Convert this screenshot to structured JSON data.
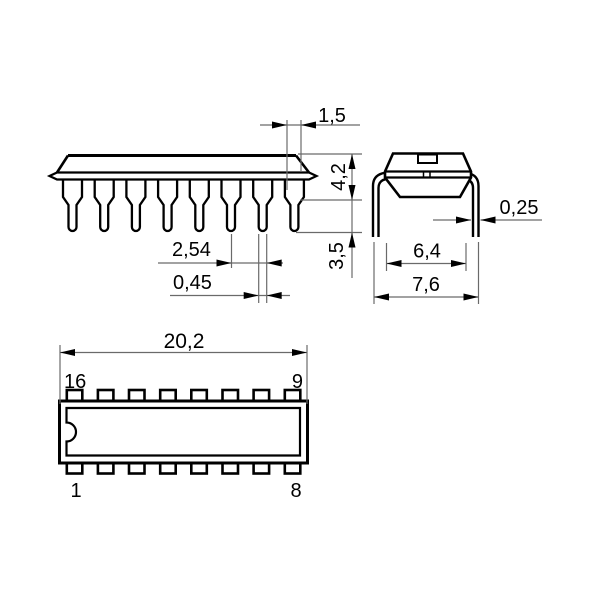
{
  "side_view": {
    "dim_pin_top_offset": "1,5",
    "dim_body_height": "4,2",
    "dim_pin_length": "3,5",
    "dim_pin_pitch": "2,54",
    "dim_pin_width": "0,45"
  },
  "end_view": {
    "dim_pin_thickness": "0,25",
    "dim_body_width": "6,4",
    "dim_row_span": "7,6"
  },
  "top_view": {
    "dim_body_length": "20,2",
    "pin_top_left": "16",
    "pin_top_right": "9",
    "pin_bottom_left": "1",
    "pin_bottom_right": "8"
  },
  "colors": {
    "line": "#000000",
    "dim_line": "#6a6a6a",
    "background": "#ffffff"
  }
}
